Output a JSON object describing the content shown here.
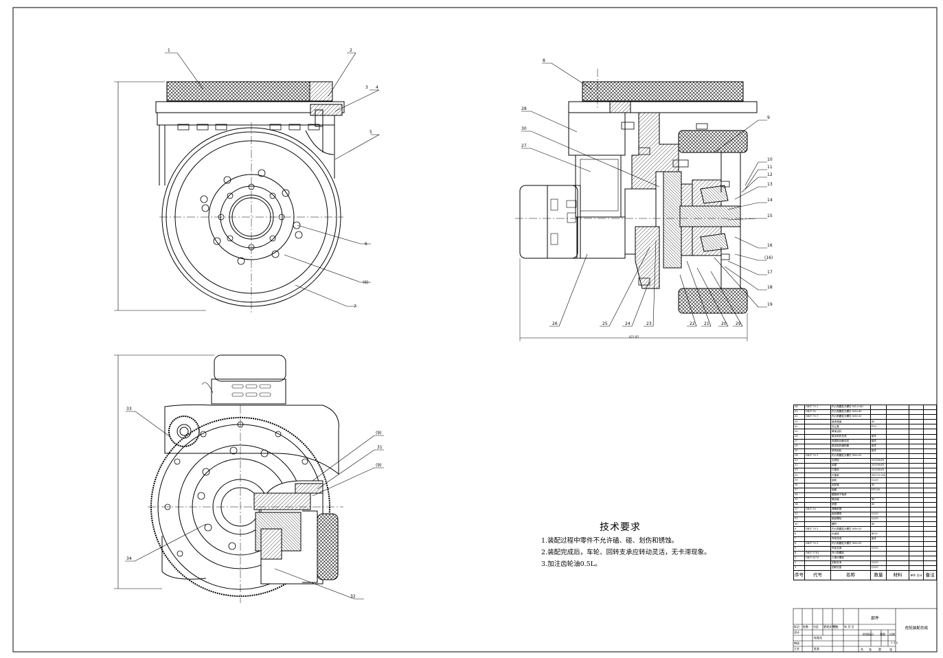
{
  "technical_requirements": {
    "title": "技术要求",
    "items": [
      "1.装配过程中零件不允许磕、碰、划伤和锈蚀。",
      "2.装配完成后，车轮、回转支承应转动灵活，无卡滞现象。",
      "3.加注齿轮油0.5L。"
    ]
  },
  "balloons_view1": [
    "1",
    "2",
    "3",
    "4",
    "5",
    "6",
    "(6)",
    "7"
  ],
  "balloons_view2": [
    "8",
    "9",
    "10",
    "11",
    "12",
    "13",
    "14",
    "15",
    "16",
    "(16)",
    "17",
    "18",
    "19",
    "20",
    "21",
    "22",
    "23",
    "24",
    "25",
    "26",
    "27",
    "28",
    "29",
    "30"
  ],
  "balloons_view3": [
    "32",
    "33",
    "34",
    "(9)",
    "31",
    "(9)"
  ],
  "dimension_label": "421.85",
  "bom": {
    "rows": [
      [
        "34",
        "GB/T 70.1",
        "内六角圆柱头螺钉 M12×40",
        "",
        ""
      ],
      [
        "33",
        "GB/T 90",
        "内六角圆柱头螺钉 M8×45",
        "",
        ""
      ],
      [
        "32",
        "GB/T 70.1",
        "内六角圆柱头螺钉 M8×20",
        "",
        ""
      ],
      [
        "31",
        "",
        "轴承端盖",
        "45",
        ""
      ],
      [
        "30",
        "",
        "挡尘罩",
        "PVC",
        ""
      ],
      [
        "29",
        "",
        "骨架油封",
        "",
        ""
      ],
      [
        "28",
        "",
        "驱动电机总成",
        "组件",
        ""
      ],
      [
        "27",
        "",
        "电磁制动器总成",
        "组件",
        ""
      ],
      [
        "26",
        "",
        "驱动电机编码器",
        "组件",
        ""
      ],
      [
        "25",
        "",
        "电机齿轮",
        "组件",
        ""
      ],
      [
        "24",
        "GB/T 70.1",
        "内六角圆柱头螺钉 M8×50",
        "",
        ""
      ],
      [
        "23",
        "",
        "太阳轮",
        "20CrMnTi",
        ""
      ],
      [
        "22",
        "",
        "齿圈",
        "20CrMnTi",
        ""
      ],
      [
        "21",
        "",
        "行星轮",
        "20CrMnTi",
        ""
      ],
      [
        "20",
        "",
        "行星架",
        "ZG270-500",
        ""
      ],
      [
        "19",
        "",
        "齿轮",
        "Q235",
        ""
      ],
      [
        "18",
        "",
        "齿轮轴",
        "45",
        ""
      ],
      [
        "17",
        "",
        "轴套",
        "HT250",
        ""
      ],
      [
        "16",
        "",
        "圆锥滚子轴承",
        "",
        ""
      ],
      [
        "15",
        "",
        "输出轴",
        "45",
        ""
      ],
      [
        "14",
        "",
        "垫圈",
        "45",
        ""
      ],
      [
        "13",
        "GB/T 93",
        "弹簧垫圈",
        "",
        ""
      ],
      [
        "12",
        "",
        "固定螺母",
        "Q235",
        ""
      ],
      [
        "11",
        "",
        "固定螺栓",
        "Q235",
        ""
      ],
      [
        "10",
        "",
        "螺杆",
        "45",
        ""
      ],
      [
        "9",
        "GB/T 70.1",
        "内六角圆柱头螺钉 M8×20",
        "",
        ""
      ],
      [
        "8",
        "",
        "大齿轮",
        "40Cr",
        ""
      ],
      [
        "7",
        "",
        "车轮总成",
        "组件",
        ""
      ],
      [
        "6",
        "GB/T 70.1",
        "内六角圆柱头螺钉 M8×50",
        "",
        ""
      ],
      [
        "5",
        "",
        "车轮支架",
        "Q235",
        ""
      ],
      [
        "4",
        "GB/T 5781",
        "外六角螺栓",
        "",
        ""
      ],
      [
        "3",
        "GB/T 6170",
        "六角头螺栓",
        "",
        ""
      ],
      [
        "2",
        "",
        "回转支承",
        "Q235",
        ""
      ],
      [
        "1",
        "",
        "回转支座",
        "Q235",
        ""
      ]
    ],
    "header": {
      "no": "序号",
      "code": "代号",
      "name": "名称",
      "qty": "数量",
      "material": "材料",
      "weight": "单件 总计",
      "note": "备注"
    }
  },
  "title_block": {
    "part_label": "部件",
    "drawing_name": "舵轮装配总成",
    "scale_text": "1:1.5",
    "row_labels": [
      "标记",
      "处数",
      "分区",
      "更改文件号",
      "签名",
      "年 月 日"
    ],
    "role_labels": [
      "设计",
      "标准化",
      "审核",
      "工艺",
      "批准"
    ],
    "stage_labels": [
      "阶段标记",
      "重量",
      "比例"
    ],
    "sheet_labels": [
      "共",
      "张",
      "第",
      "张"
    ]
  }
}
